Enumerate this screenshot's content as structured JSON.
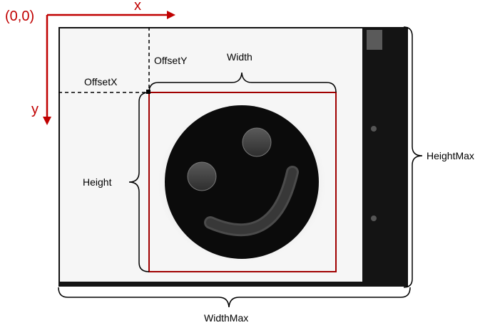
{
  "labels": {
    "origin": "(0,0)",
    "x_axis": "x",
    "y_axis": "y",
    "offset_x": "OffsetX",
    "offset_y": "OffsetY",
    "width": "Width",
    "height": "Height",
    "width_max": "WidthMax",
    "height_max": "HeightMax"
  },
  "colors": {
    "axis": "#c00000",
    "roi_box": "#a00000",
    "brace": "#000000",
    "dashed_guide": "#000000",
    "sensor_background": "#f7f7f7",
    "camera_housing": "#111111",
    "target_disc": "#0b0b0b",
    "smiley_features": "#444444"
  }
}
